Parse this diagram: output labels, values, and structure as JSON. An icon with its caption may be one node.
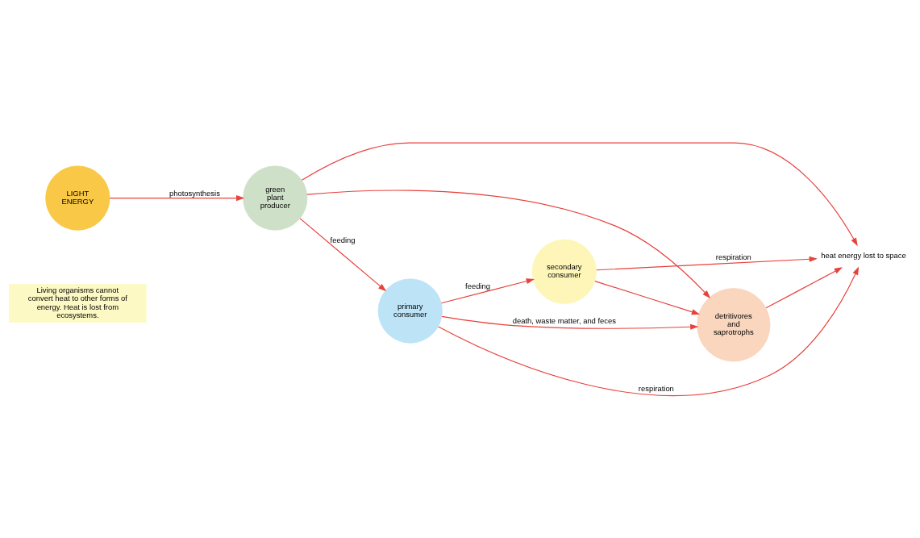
{
  "diagram": {
    "nodes": [
      {
        "text": [
          "LIGHT ENERGY"
        ]
      },
      {
        "text": [
          "green plant producer"
        ]
      },
      {
        "text": [
          "primary consumer"
        ]
      },
      {
        "text": [
          "secondary consumer"
        ]
      },
      {
        "text": [
          "detritivores and saprotrophs"
        ]
      },
      {
        "text": [
          "heat energy lost to space"
        ]
      },
      {
        "text": [
          "Living organisms cannot convert heat to other forms of energy. Heat is lost from ecosystems."
        ]
      }
    ],
    "edges": [
      {
        "from": 0,
        "to": 1,
        "arrow": "to",
        "label": "photosynthesis",
        "color": "#e8413c"
      },
      {
        "from": 1,
        "to": 2,
        "arrow": "to",
        "label": "feeding",
        "color": "#e8413c"
      },
      {
        "from": 2,
        "to": 3,
        "arrow": "to",
        "label": "feeding",
        "color": "#e8413c"
      },
      {
        "from": 1,
        "to": 5,
        "arrow": "to",
        "color": "#e8413c"
      },
      {
        "from": 2,
        "to": 5,
        "arrow": "to",
        "label": "respiration",
        "color": "#e8413c"
      },
      {
        "from": 3,
        "to": 5,
        "arrow": "to",
        "label": "respiration",
        "color": "#e8413c"
      },
      {
        "from": 4,
        "to": 5,
        "arrow": "to",
        "color": "#e8413c"
      },
      {
        "from": 1,
        "to": 4,
        "arrow": "to",
        "color": "#e8413c"
      },
      {
        "from": 2,
        "to": 4,
        "arrow": "to",
        "label": "death, waste matter, and feces",
        "color": "#e8413c"
      },
      {
        "from": 3,
        "to": 4,
        "arrow": "to",
        "color": "#e8413c"
      }
    ]
  }
}
